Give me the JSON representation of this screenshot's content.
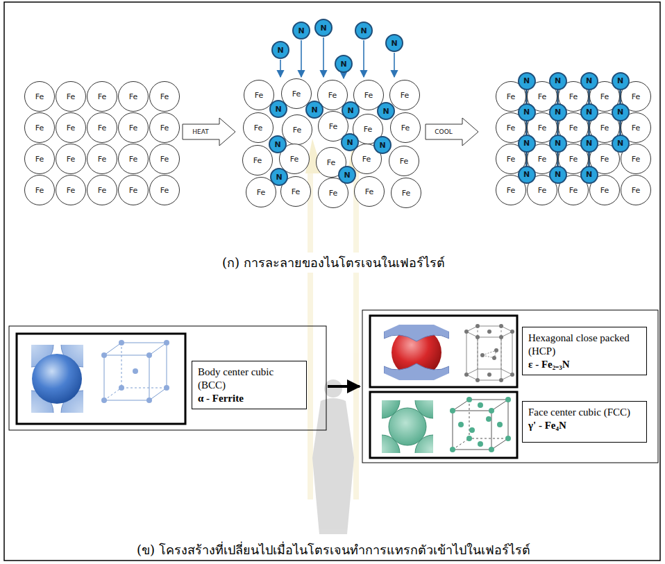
{
  "diagram": {
    "nodes": [
      {
        "text": [
          "Fe"
        ]
      },
      {
        "text": [
          "Fe"
        ]
      },
      {
        "text": [
          "Fe"
        ]
      },
      {
        "text": [
          "Fe"
        ]
      },
      {
        "text": [
          "Fe"
        ]
      },
      {
        "text": [
          "Fe"
        ]
      },
      {
        "text": [
          "Fe"
        ]
      },
      {
        "text": [
          "Fe"
        ]
      },
      {
        "text": [
          "Fe"
        ]
      },
      {
        "text": [
          "Fe"
        ]
      },
      {
        "text": [
          "Fe"
        ]
      },
      {
        "text": [
          "Fe"
        ]
      },
      {
        "text": [
          "Fe"
        ]
      },
      {
        "text": [
          "Fe"
        ]
      },
      {
        "text": [
          "Fe"
        ]
      },
      {
        "text": [
          "Fe"
        ]
      },
      {
        "text": [
          "Fe"
        ]
      },
      {
        "text": [
          "Fe"
        ]
      },
      {
        "text": [
          "Fe"
        ]
      },
      {
        "text": [
          "Fe"
        ]
      },
      {
        "text": [
          "HEAT"
        ]
      },
      {
        "text": [
          "N"
        ]
      },
      {
        "text": [
          "N"
        ]
      },
      {
        "text": [
          "N"
        ]
      },
      {
        "text": [
          "N"
        ]
      },
      {
        "text": [
          "N"
        ]
      },
      {
        "text": [
          "N"
        ]
      },
      {
        "text": [
          "Fe"
        ]
      },
      {
        "text": [
          "Fe"
        ]
      },
      {
        "text": [
          "Fe"
        ]
      },
      {
        "text": [
          "Fe"
        ]
      },
      {
        "text": [
          "Fe"
        ]
      },
      {
        "text": [
          "Fe"
        ]
      },
      {
        "text": [
          "Fe"
        ]
      },
      {
        "text": [
          "Fe"
        ]
      },
      {
        "text": [
          "Fe"
        ]
      },
      {
        "text": [
          "Fe"
        ]
      },
      {
        "text": [
          "Fe"
        ]
      },
      {
        "text": [
          "Fe"
        ]
      },
      {
        "text": [
          "Fe"
        ]
      },
      {
        "text": [
          "Fe"
        ]
      },
      {
        "text": [
          "Fe"
        ]
      },
      {
        "text": [
          "Fe"
        ]
      },
      {
        "text": [
          "Fe"
        ]
      },
      {
        "text": [
          "Fe"
        ]
      },
      {
        "text": [
          "Fe"
        ]
      },
      {
        "text": [
          "Fe"
        ]
      },
      {
        "text": [
          "N"
        ]
      },
      {
        "text": [
          "N"
        ]
      },
      {
        "text": [
          "N"
        ]
      },
      {
        "text": [
          "N"
        ]
      },
      {
        "text": [
          "N"
        ]
      },
      {
        "text": [
          "N"
        ]
      },
      {
        "text": [
          "N"
        ]
      },
      {
        "text": [
          "N"
        ]
      },
      {
        "text": [
          "N"
        ]
      },
      {
        "text": [
          "COOL"
        ]
      },
      {
        "text": [
          "Fe"
        ]
      },
      {
        "text": [
          "Fe"
        ]
      },
      {
        "text": [
          "Fe"
        ]
      },
      {
        "text": [
          "Fe"
        ]
      },
      {
        "text": [
          "Fe"
        ]
      },
      {
        "text": [
          "Fe"
        ]
      },
      {
        "text": [
          "Fe"
        ]
      },
      {
        "text": [
          "Fe"
        ]
      },
      {
        "text": [
          "Fe"
        ]
      },
      {
        "text": [
          "Fe"
        ]
      },
      {
        "text": [
          "Fe"
        ]
      },
      {
        "text": [
          "Fe"
        ]
      },
      {
        "text": [
          "Fe"
        ]
      },
      {
        "text": [
          "Fe"
        ]
      },
      {
        "text": [
          "Fe"
        ]
      },
      {
        "text": [
          "Fe"
        ]
      },
      {
        "text": [
          "Fe"
        ]
      },
      {
        "text": [
          "Fe"
        ]
      },
      {
        "text": [
          "Fe"
        ]
      },
      {
        "text": [
          "Fe"
        ]
      },
      {
        "text": [
          "N"
        ]
      },
      {
        "text": [
          "N"
        ]
      },
      {
        "text": [
          "N"
        ]
      },
      {
        "text": [
          "N"
        ]
      },
      {
        "text": [
          "N"
        ]
      },
      {
        "text": [
          "N"
        ]
      },
      {
        "text": [
          "N"
        ]
      },
      {
        "text": [
          "N"
        ]
      },
      {
        "text": [
          "N"
        ]
      },
      {
        "text": [
          "N"
        ]
      },
      {
        "text": [
          "N"
        ]
      },
      {
        "text": [
          "N"
        ]
      },
      {
        "text": [
          "N"
        ]
      },
      {
        "text": [
          "N"
        ]
      },
      {
        "text": [
          "N"
        ]
      },
      {
        "text": [
          "Body center cubic (BCC)",
          "α - Ferrite"
        ]
      },
      {
        "text": [
          "Hexagonal close packed (HCP)",
          "ε - Fe₂₋₃N"
        ]
      },
      {
        "text": [
          "Face center cubic (FCC)",
          "γ' - Fe₄N"
        ]
      }
    ],
    "labels": [
      "(ก) การละลายของไนโตรเจนในเฟอร์ไรต์",
      "(ข) โครงสร้างที่เปลี่ยนไปเมื่อไนโตรเจนทำการแทรกตัวเข้าไปในเฟอร์ไรต์"
    ]
  }
}
